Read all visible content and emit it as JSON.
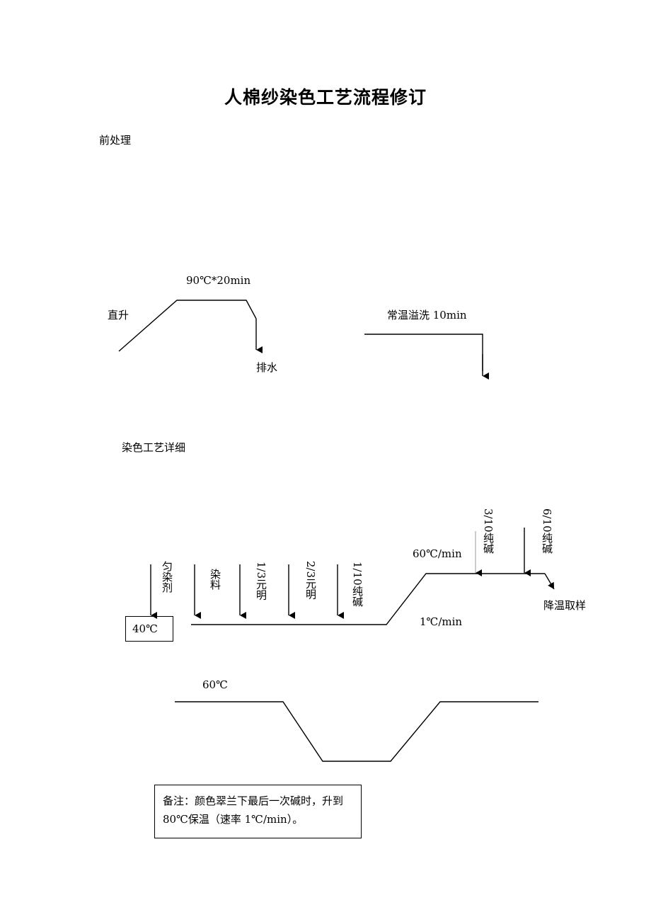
{
  "title": "人棉纱染色工艺流程修订",
  "pretreatment": {
    "section_label": "前处理",
    "hold_label": "90℃*20min",
    "rise_label": "直升",
    "drain_label": "排水",
    "wash_label": "常温溢洗 10min"
  },
  "dyeing": {
    "section_label": "染色工艺详细",
    "start_temp": "40℃",
    "additions": [
      "匀染剂",
      "染料",
      "1/3元明",
      "2/3元明",
      "1/10纯碱"
    ],
    "rate_label": "1℃/min",
    "hold_temp_label": "60℃/min",
    "hold_additions": [
      "3/10纯碱",
      "6/10纯碱"
    ],
    "end_label": "降温取样"
  },
  "third_profile": {
    "temp_label": "60℃"
  },
  "note": {
    "line1": "备注：颜色翠兰下最后一次碱时，升到",
    "line2": "80℃保温（速率 1℃/min）。"
  }
}
